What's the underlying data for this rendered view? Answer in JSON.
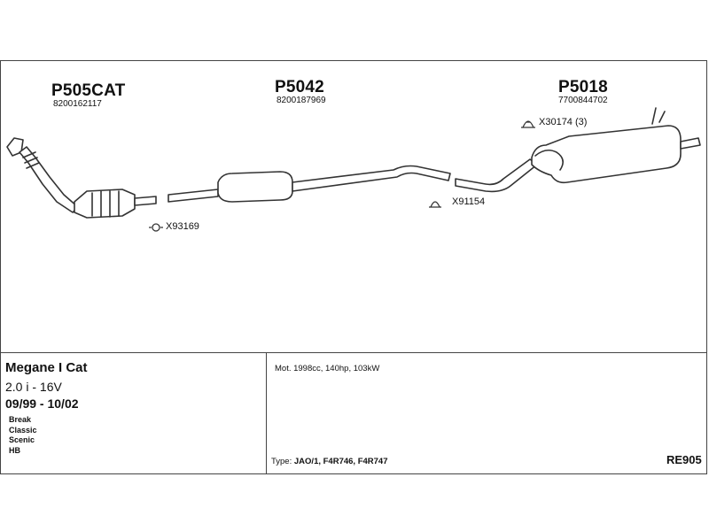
{
  "parts": [
    {
      "code": "P505CAT",
      "number": "8200162117"
    },
    {
      "code": "P5042",
      "number": "8200187969"
    },
    {
      "code": "P5018",
      "number": "7700844702"
    }
  ],
  "clamps": [
    {
      "label": "X93169"
    },
    {
      "label": "X91154"
    },
    {
      "label": "X30174 (3)"
    }
  ],
  "vehicle": {
    "model": "Megane I Cat",
    "engine": "2.0 i - 16V",
    "years": "09/99 - 10/02",
    "variants": [
      "Break",
      "Classic",
      "Scenic",
      "HB"
    ]
  },
  "specs": {
    "motor": "Mot. 1998cc, 140hp, 103kW",
    "type_label": "Type:",
    "type_codes": "JAO/1, F4R746, F4R747"
  },
  "reference": "RE905",
  "colors": {
    "line": "#333333",
    "fill": "#ffffff"
  }
}
